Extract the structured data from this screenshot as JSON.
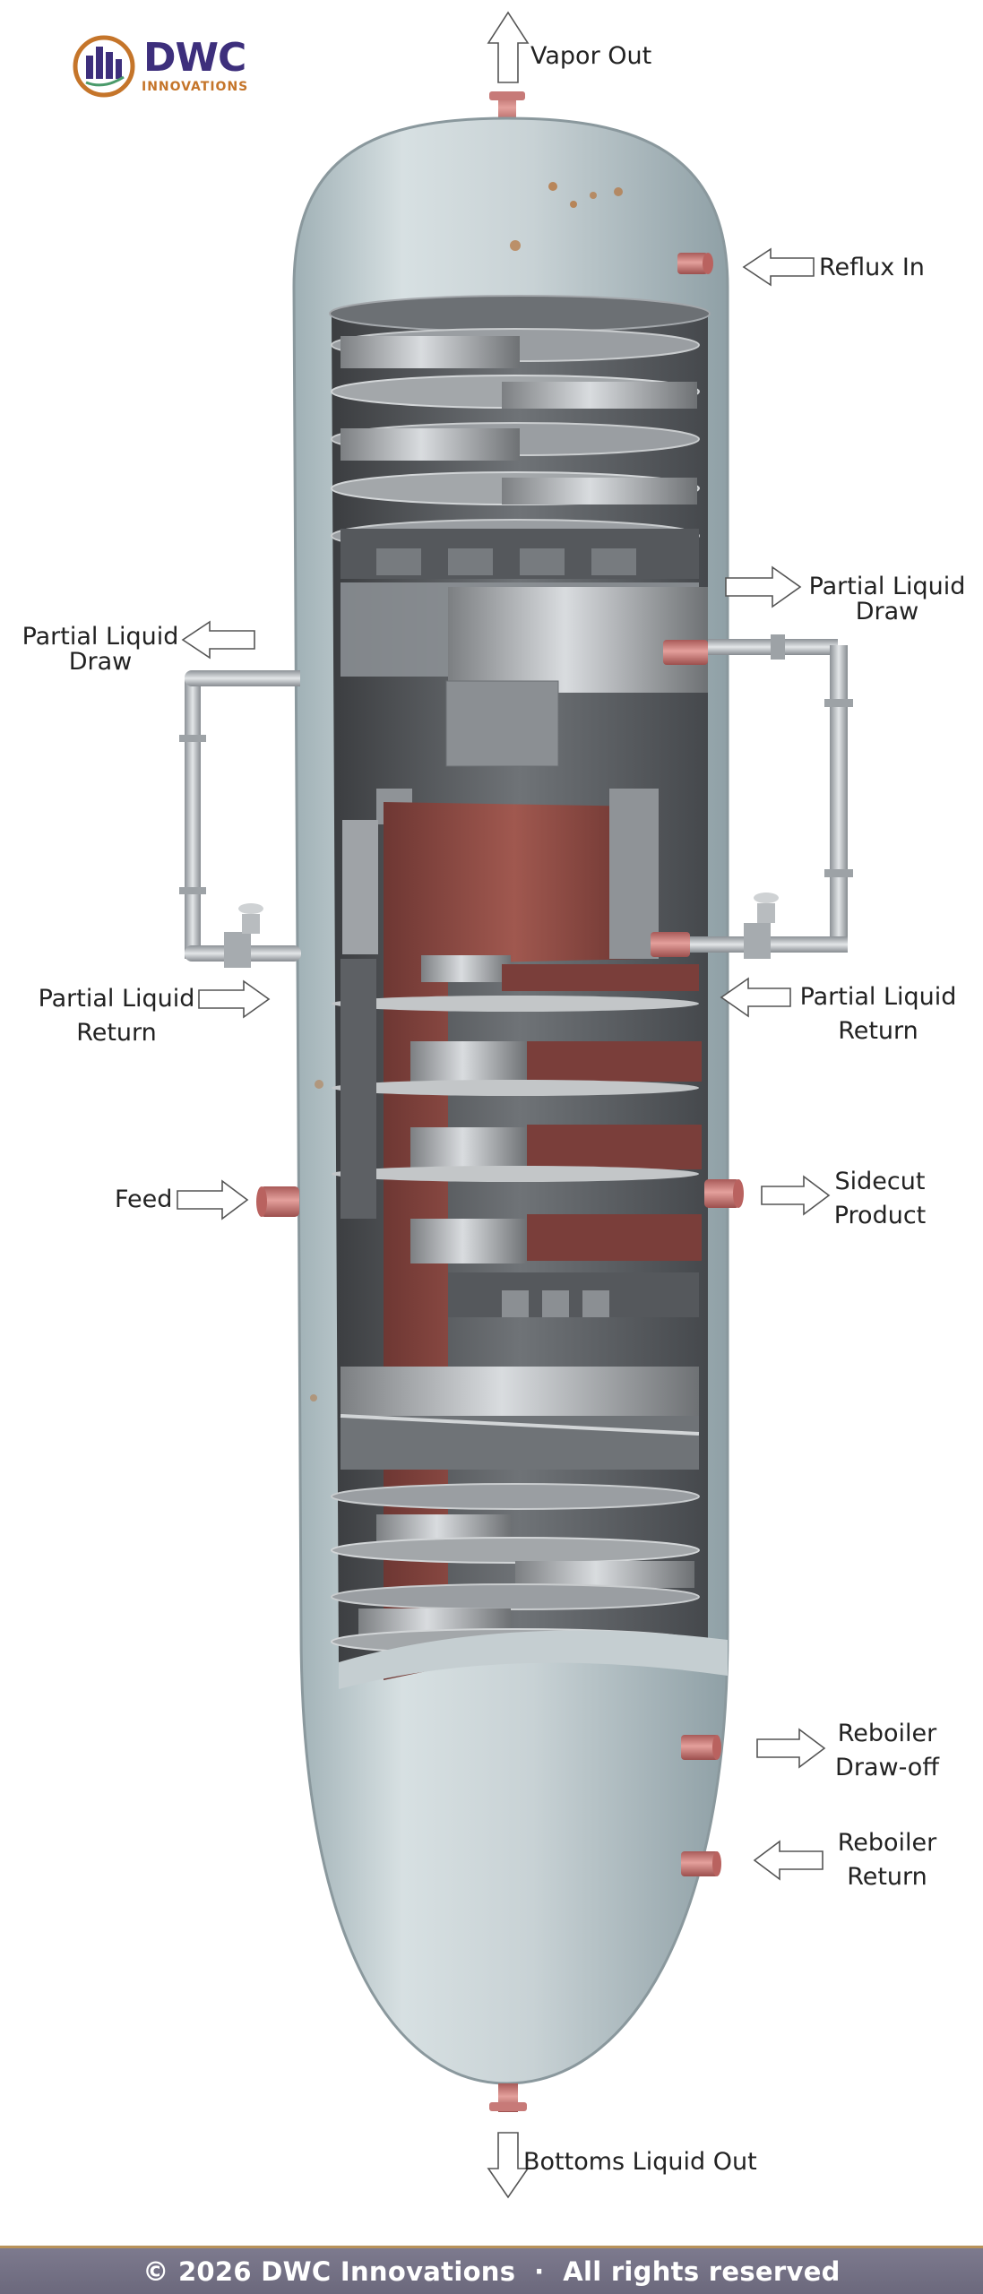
{
  "brand": {
    "name": "DWC",
    "subtitle": "INNOVATIONS"
  },
  "labels": {
    "vapor_out": "Vapor Out",
    "reflux_in": "Reflux In",
    "partial_draw_right": [
      "Partial Liquid",
      "Draw"
    ],
    "partial_draw_left": [
      "Partial Liquid",
      "Draw"
    ],
    "partial_return_left": [
      "Partial Liquid",
      "Return"
    ],
    "partial_return_right": [
      "Partial Liquid",
      "Return"
    ],
    "feed": "Feed",
    "sidecut": [
      "Sidecut",
      "Product"
    ],
    "reboiler_drawoff": [
      "Reboiler",
      "Draw-off"
    ],
    "reboiler_return": [
      "Reboiler",
      "Return"
    ],
    "bottoms_out": "Bottoms Liquid Out"
  },
  "footer": {
    "text": "© 2026 DWC Innovations  ·  All rights reserved"
  },
  "colors": {
    "shell": "#c9d3d6",
    "nozzle": "#c77a78",
    "divider_wall": "#8a4a45",
    "tray_metal": "#9a9a9a",
    "footer_bg": "#75728a",
    "logo_purple": "#3d2f7c",
    "logo_orange": "#c5752a"
  }
}
